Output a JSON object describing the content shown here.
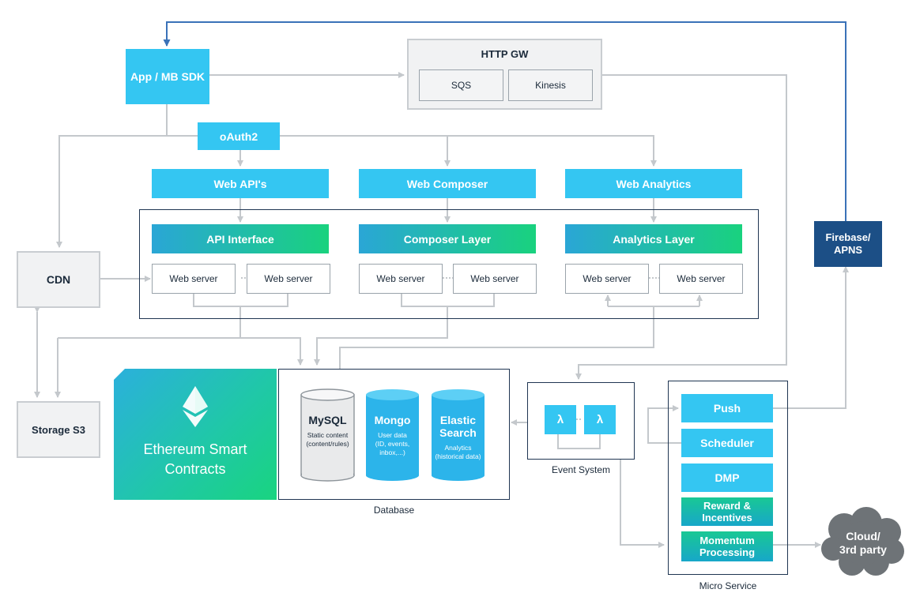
{
  "nodes": {
    "app_sdk": "App / MB SDK",
    "http_gw": "HTTP GW",
    "sqs": "SQS",
    "kinesis": "Kinesis",
    "oauth2": "oAuth2",
    "web_apis": "Web API's",
    "web_composer": "Web Composer",
    "web_analytics": "Web Analytics",
    "api_interface": "API Interface",
    "composer_layer": "Composer Layer",
    "analytics_layer": "Analytics Layer",
    "web_server": "Web server",
    "cdn": "CDN",
    "storage_s3": "Storage S3",
    "firebase": "Firebase/\nAPNS",
    "ethereum": "Ethereum Smart\nContracts",
    "event_system": "Event System",
    "lambda": "λ",
    "database": "Database",
    "micro_service": "Micro Service",
    "cloud": "Cloud/\n3rd party"
  },
  "databases": [
    {
      "title": "MySQL",
      "sub": "Static content\n(content/rules)",
      "style": "grey"
    },
    {
      "title": "Mongo",
      "sub": "User data\n(ID, events,\ninbox,...)",
      "style": "blue"
    },
    {
      "title": "Elastic\nSearch",
      "sub": "Analytics\n(historical data)",
      "style": "blue"
    }
  ],
  "micro_services": [
    "Push",
    "Scheduler",
    "DMP",
    "Reward &\nIncentives",
    "Momentum\nProcessing"
  ],
  "colors": {
    "cyan": "#34c6f2",
    "navy": "#1f3552",
    "firebase": "#1c4f86",
    "connector": "#c4c8cc",
    "connector_blue": "#3a72b8",
    "green": "#19d27e",
    "cloud": "#6e7377"
  }
}
